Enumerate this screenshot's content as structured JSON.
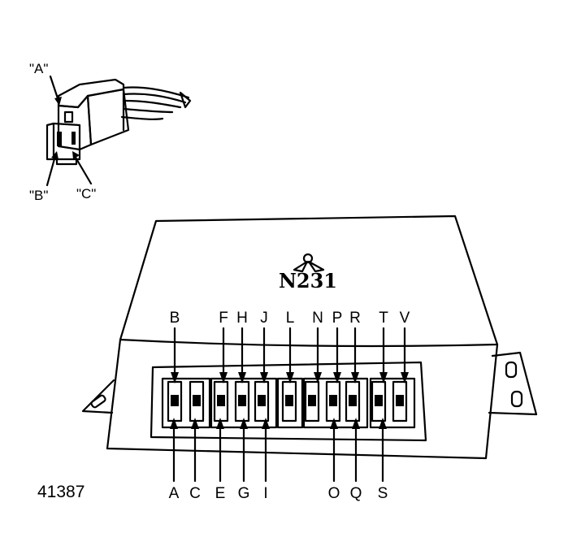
{
  "figure_number": "41387",
  "plug": {
    "labels": [
      "\"A\"",
      "\"B\"",
      "\"C\""
    ]
  },
  "module": {
    "logo_text": "N231",
    "top_labels": [
      "B",
      "F",
      "H",
      "J",
      "L",
      "N",
      "P",
      "R",
      "T",
      "V"
    ],
    "bottom_labels": [
      "A",
      "C",
      "E",
      "G",
      "I",
      "O",
      "Q",
      "S"
    ]
  },
  "colors": {
    "ink": "#000000",
    "paper": "#ffffff"
  }
}
